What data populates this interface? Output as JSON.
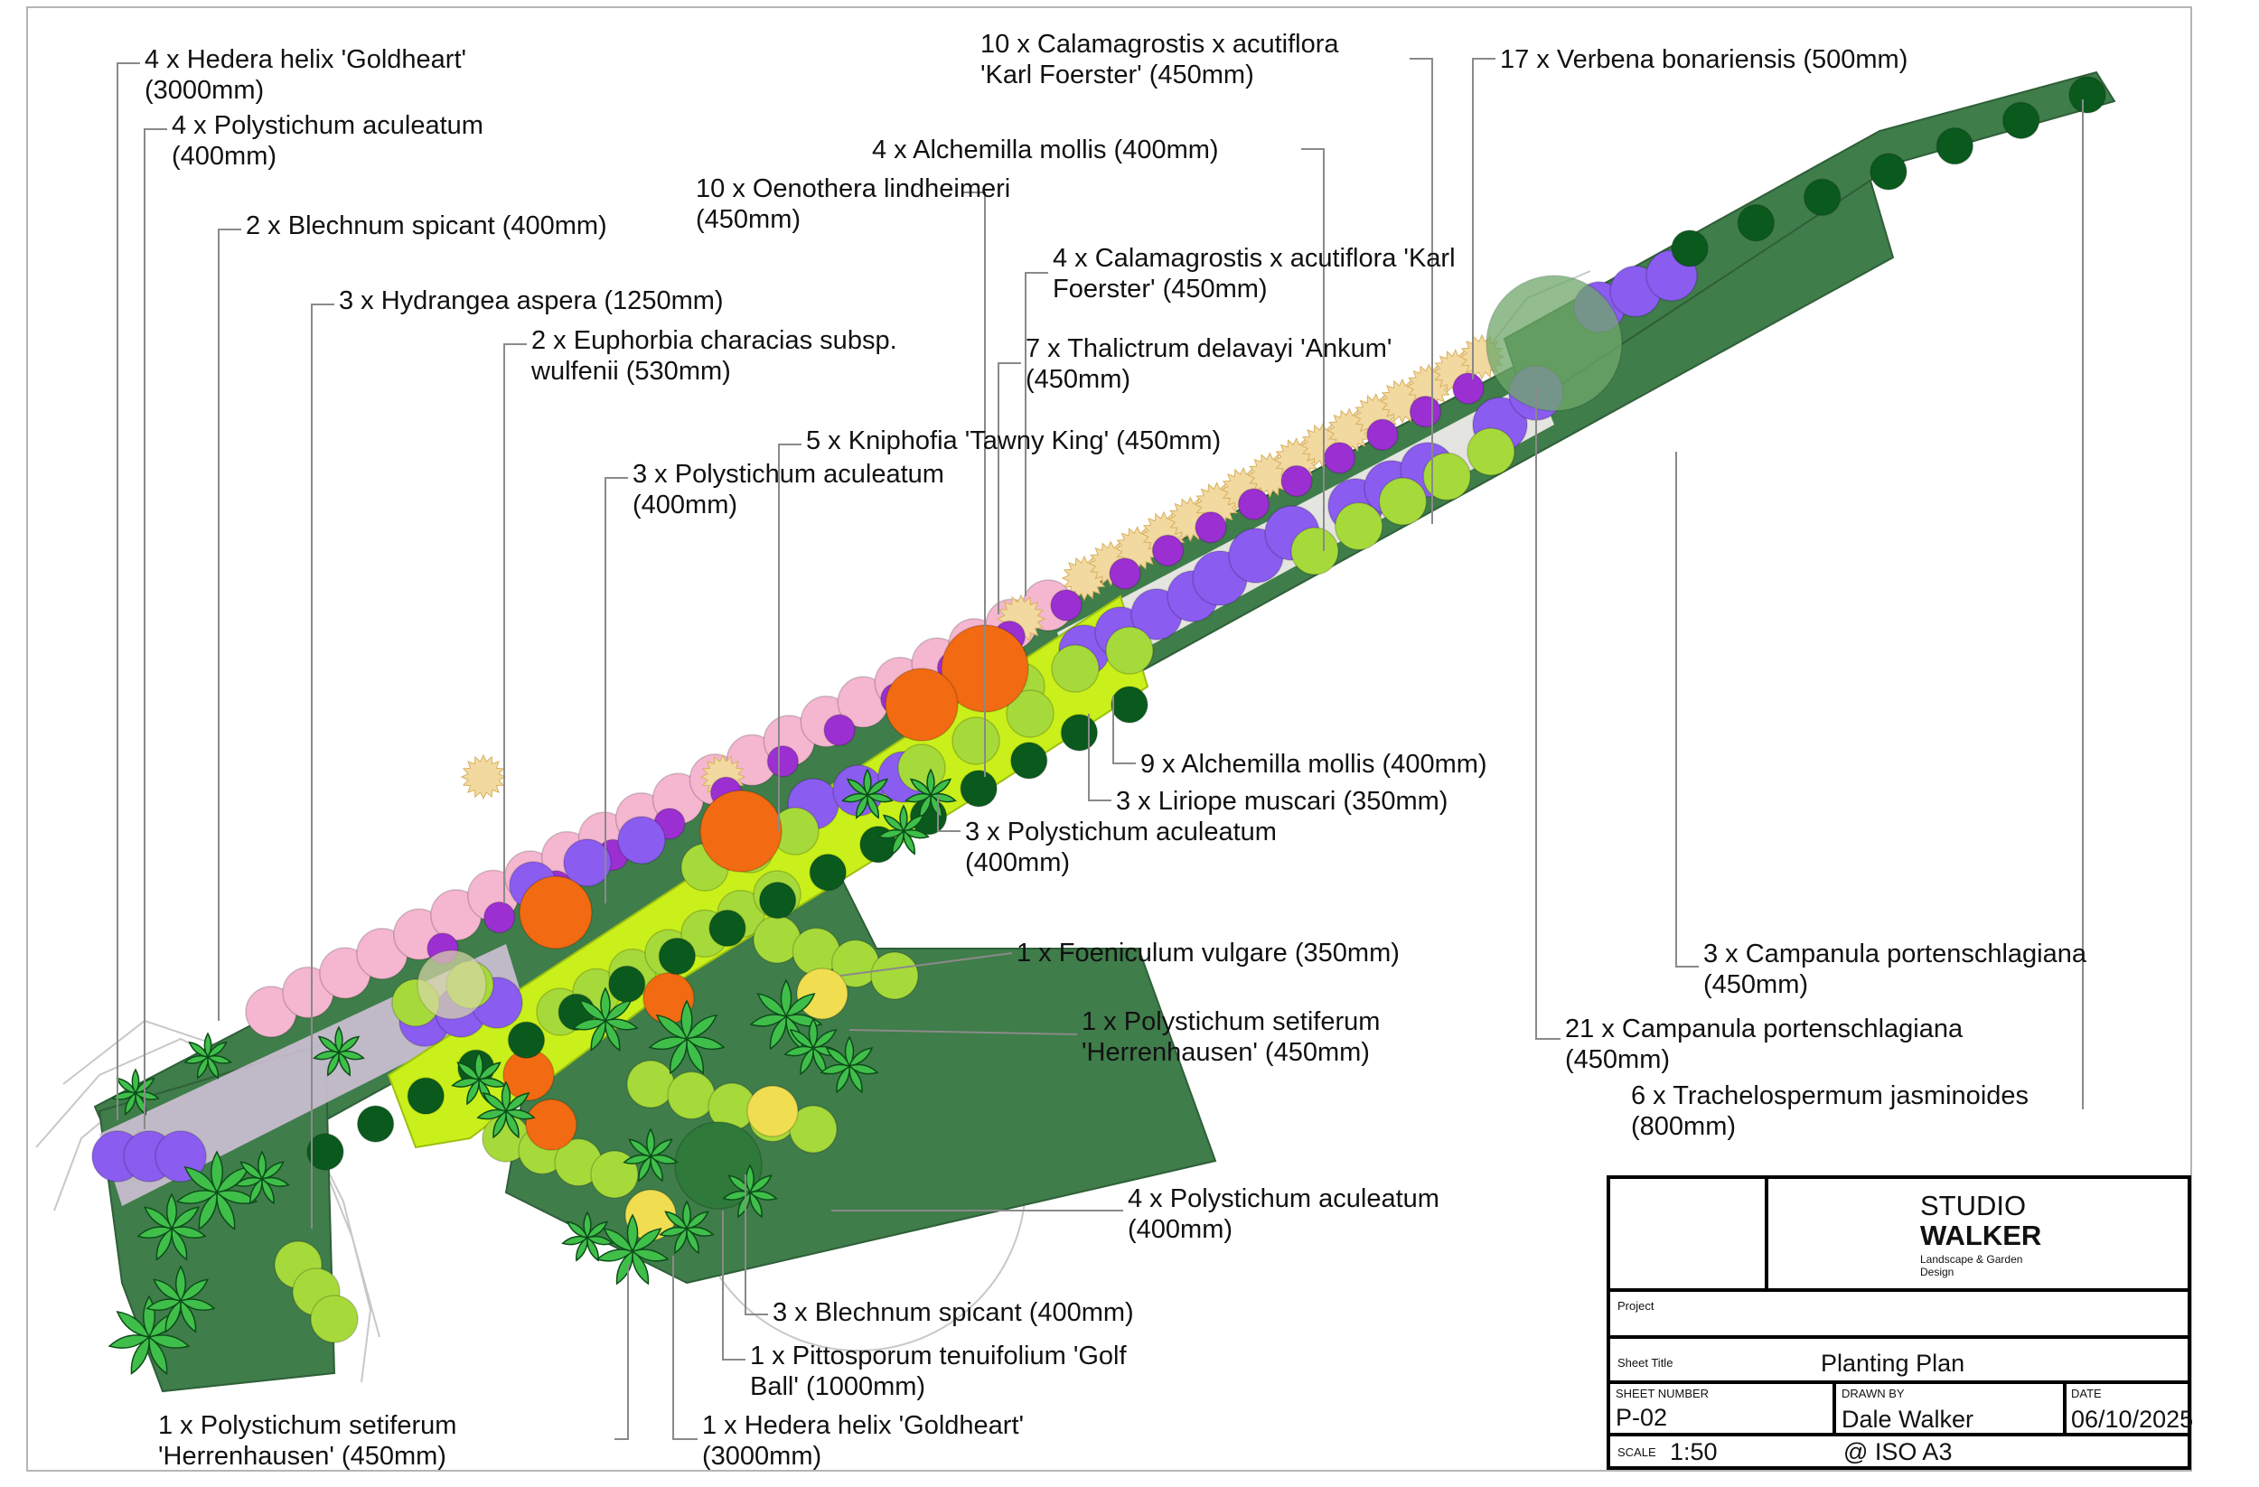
{
  "labels": [
    {
      "lines": [
        "4 x Hedera helix 'Goldheart'",
        "(3000mm)"
      ]
    },
    {
      "lines": [
        "4 x Polystichum aculeatum",
        "(400mm)"
      ]
    },
    {
      "lines": [
        "2 x Blechnum spicant (400mm)"
      ]
    },
    {
      "lines": [
        "3 x Hydrangea aspera (1250mm)"
      ]
    },
    {
      "lines": [
        "2 x Euphorbia characias subsp.",
        "wulfenii (530mm)"
      ]
    },
    {
      "lines": [
        "3 x Polystichum aculeatum",
        "(400mm)"
      ]
    },
    {
      "lines": [
        "5 x Kniphofia 'Tawny King' (450mm)"
      ]
    },
    {
      "lines": [
        "10 x Oenothera lindheimeri",
        "(450mm)"
      ]
    },
    {
      "lines": [
        "4 x Alchemilla mollis (400mm)"
      ]
    },
    {
      "lines": [
        "10 x Calamagrostis x acutiflora",
        "'Karl Foerster' (450mm)"
      ]
    },
    {
      "lines": [
        "17 x Verbena bonariensis (500mm)"
      ]
    },
    {
      "lines": [
        "4 x Calamagrostis x acutiflora 'Karl",
        "Foerster' (450mm)"
      ]
    },
    {
      "lines": [
        "7 x Thalictrum delavayi 'Ankum'",
        "(450mm)"
      ]
    },
    {
      "lines": [
        "9 x Alchemilla mollis (400mm)"
      ]
    },
    {
      "lines": [
        "3 x Liriope muscari (350mm)"
      ]
    },
    {
      "lines": [
        "3 x Polystichum aculeatum",
        "(400mm)"
      ]
    },
    {
      "lines": [
        "1 x Foeniculum vulgare (350mm)"
      ]
    },
    {
      "lines": [
        "1 x Polystichum setiferum",
        "'Herrenhausen' (450mm)"
      ]
    },
    {
      "lines": [
        "3 x Campanula portenschlagiana",
        "(450mm)"
      ]
    },
    {
      "lines": [
        "21 x Campanula portenschlagiana",
        "(450mm)"
      ]
    },
    {
      "lines": [
        "6 x Trachelospermum jasminoides",
        "(800mm)"
      ]
    },
    {
      "lines": [
        "4 x Polystichum aculeatum",
        "(400mm)"
      ]
    },
    {
      "lines": [
        "3 x Blechnum spicant (400mm)"
      ]
    },
    {
      "lines": [
        "1 x Pittosporum tenuifolium 'Golf",
        "Ball' (1000mm)"
      ]
    },
    {
      "lines": [
        "1 x Hedera helix 'Goldheart'",
        "(3000mm)"
      ]
    },
    {
      "lines": [
        "1 x Polystichum setiferum",
        "'Herrenhausen' (450mm)"
      ]
    }
  ],
  "title_block": {
    "studio_line1": "STUDIO",
    "studio_line2": "WALKER",
    "studio_tagline1": "Landscape & Garden",
    "studio_tagline2": "Design",
    "project_label": "Project",
    "project_value": "",
    "sheet_title_label": "Sheet Title",
    "sheet_title_value": "Planting Plan",
    "sheet_number_label": "SHEET NUMBER",
    "sheet_number_value": "P-02",
    "drawn_by_label": "DRAWN BY",
    "drawn_by_value": "Dale Walker",
    "date_label": "DATE",
    "date_value": "06/10/2025",
    "scale_label": "SCALE",
    "scale_value": "1:50",
    "paper_value": "@ ISO A3"
  },
  "colors": {
    "bed_dark": "#3f7d4a",
    "pink": "#f5b6cf",
    "purple_magenta": "#9b2fd1",
    "lavender": "#8a5cf0",
    "yellow_green": "#c9f01a",
    "lime": "#a6da3a",
    "orange": "#f26a12",
    "dark_green": "#0a5a1e",
    "pale_yellow": "#f0de50",
    "beige_star": "#f2d9a0",
    "fern": "#3fbf4a"
  }
}
